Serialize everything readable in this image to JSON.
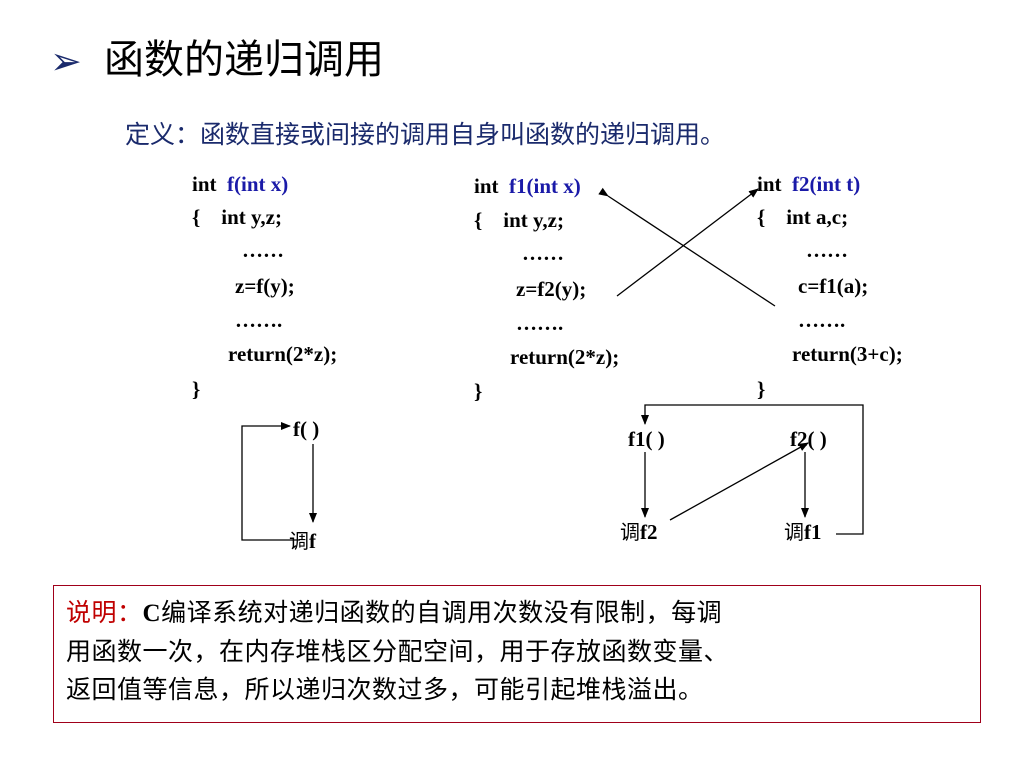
{
  "slide": {
    "title_marker": "➢",
    "title": "函数的递归调用",
    "definition": "定义：函数直接或间接的调用自身叫函数的递归调用。"
  },
  "code_f": {
    "signature_prefix": "int  ",
    "signature_name": "f(int x)",
    "lines": [
      "{    int y,z;",
      "……",
      "z=f(y);",
      "…….",
      "return(2*z);",
      "}"
    ]
  },
  "code_f1": {
    "signature_prefix": "int  ",
    "signature_name": "f1(int x)",
    "lines": [
      "{    int y,z;",
      "……",
      "z=f2(y);",
      "…….",
      "return(2*z);",
      "}"
    ]
  },
  "code_f2": {
    "signature_prefix": "int  ",
    "signature_name": "f2(int t)",
    "lines": [
      "{    int a,c;",
      "……",
      "c=f1(a);",
      "…….",
      "return(3+c);",
      "}"
    ]
  },
  "direct_diagram": {
    "func_label": "f( )",
    "call_prefix": "调",
    "call_target": "f"
  },
  "indirect_diagram": {
    "f1_label": "f1( )",
    "f2_label": "f2( )",
    "call_f2_prefix": "调",
    "call_f2_target": "f2",
    "call_f1_prefix": "调",
    "call_f1_target": "f1"
  },
  "note": {
    "heading": "说明：",
    "c_letter": "C",
    "line1_rest": "编译系统对递归函数的自调用次数没有限制，每调",
    "line2": "用函数一次，在内存堆栈区分配空间，用于存放函数变量、",
    "line3": "返回值等信息，所以递归次数过多，可能引起堆栈溢出。"
  },
  "colors": {
    "title_marker": "#1a2a6c",
    "definition_text": "#1a2a6c",
    "signature_name": "#1a1aa8",
    "note_heading": "#c00000",
    "note_border": "#a0001a"
  }
}
